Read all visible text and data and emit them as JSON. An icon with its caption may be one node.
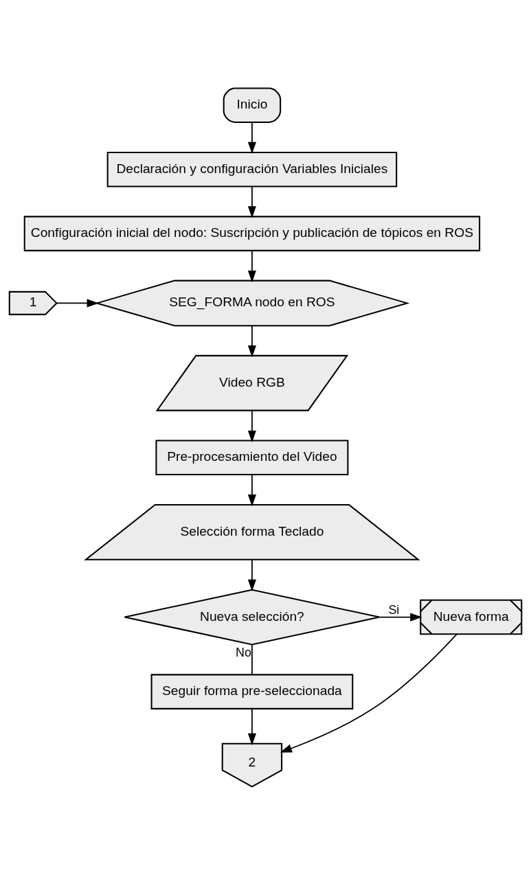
{
  "diagram": {
    "nodes": [
      {
        "text": [
          "Inicio"
        ]
      },
      {
        "text": [
          "Declaración y configuración Variables Iniciales"
        ]
      },
      {
        "text": [
          "Configuración inicial del nodo: Suscripción y publicación de tópicos en ROS"
        ]
      },
      {
        "text": [
          "1"
        ]
      },
      {
        "text": [
          "SEG_FORMA nodo en ROS"
        ]
      },
      {
        "text": [
          "Video RGB"
        ]
      },
      {
        "text": [
          "Pre-procesamiento del Video"
        ]
      },
      {
        "text": [
          "Selección forma Teclado"
        ]
      },
      {
        "text": [
          "Nueva selección?"
        ]
      },
      {
        "text": [
          "Nueva forma"
        ]
      },
      {
        "text": [
          "Seguir forma pre-seleccionada"
        ]
      },
      {
        "text": [
          "2"
        ]
      }
    ],
    "edges": [
      {
        "from": 0,
        "to": 1,
        "arrow": "to"
      },
      {
        "from": 1,
        "to": 2,
        "arrow": "to"
      },
      {
        "from": 2,
        "to": 4,
        "arrow": "to"
      },
      {
        "from": 3,
        "to": 4,
        "arrow": "to"
      },
      {
        "from": 4,
        "to": 5,
        "arrow": "to"
      },
      {
        "from": 5,
        "to": 6,
        "arrow": "to"
      },
      {
        "from": 6,
        "to": 7,
        "arrow": "to"
      },
      {
        "from": 7,
        "to": 8,
        "arrow": "to"
      },
      {
        "from": 8,
        "to": 9,
        "arrow": "to",
        "label": "Si"
      },
      {
        "from": 8,
        "to": 10,
        "arrow": "none",
        "label": "No"
      },
      {
        "from": 10,
        "to": 11,
        "arrow": "to"
      },
      {
        "from": 9,
        "to": 11,
        "arrow": "to"
      }
    ]
  }
}
